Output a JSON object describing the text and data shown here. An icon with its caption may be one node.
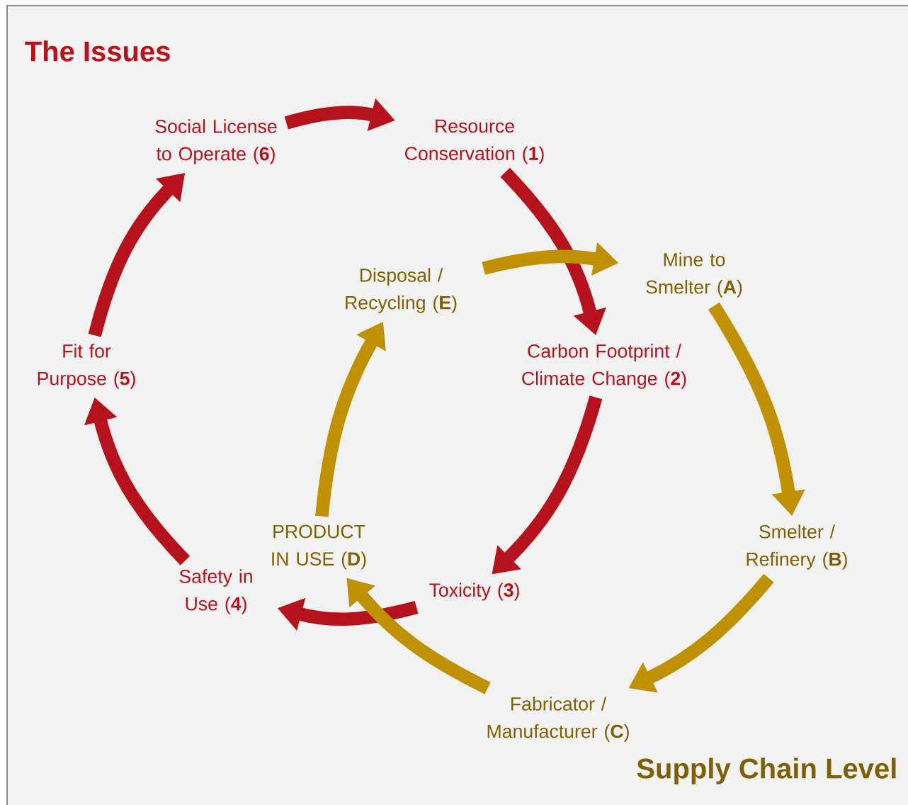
{
  "diagram": {
    "title": "The Issues",
    "nodes": [
      {
        "text": [
          "Social License to Operate (**6**)"
        ]
      },
      {
        "text": [
          "Resource Conservation (**1**)"
        ]
      },
      {
        "text": [
          "Carbon Footprint / Climate Change (**2**)"
        ]
      },
      {
        "text": [
          "Toxicity (**3**)"
        ]
      },
      {
        "text": [
          "Safety in Use (**4**)"
        ]
      },
      {
        "text": [
          "Fit for Purpose (**5**)"
        ]
      },
      {
        "text": [
          "Mine to Smelter (**A**)"
        ]
      },
      {
        "text": [
          "Smelter / Refinery (**B**)"
        ]
      },
      {
        "text": [
          "Fabricator / Manufacturer (**C**)"
        ]
      },
      {
        "text": [
          "PRODUCT IN USE (**D**)"
        ]
      },
      {
        "text": [
          "Disposal / Recycling (**E**)"
        ]
      }
    ],
    "edges": [
      {
        "from": 0,
        "to": 1,
        "arrow": "to",
        "color": "#b5121b"
      },
      {
        "from": 1,
        "to": 2,
        "arrow": "to",
        "color": "#b5121b"
      },
      {
        "from": 2,
        "to": 3,
        "arrow": "to",
        "color": "#b5121b"
      },
      {
        "from": 3,
        "to": 4,
        "arrow": "to",
        "color": "#b5121b"
      },
      {
        "from": 4,
        "to": 5,
        "arrow": "to",
        "color": "#b5121b"
      },
      {
        "from": 5,
        "to": 0,
        "arrow": "to",
        "color": "#b5121b"
      },
      {
        "from": 10,
        "to": 6,
        "arrow": "to",
        "color": "#bf9000"
      },
      {
        "from": 6,
        "to": 7,
        "arrow": "to",
        "color": "#bf9000"
      },
      {
        "from": 7,
        "to": 8,
        "arrow": "to",
        "color": "#bf9000"
      },
      {
        "from": 8,
        "to": 9,
        "arrow": "to",
        "color": "#bf9000"
      },
      {
        "from": 9,
        "to": 10,
        "arrow": "to",
        "color": "#bf9000"
      }
    ],
    "labels": [
      "Supply Chain Level"
    ]
  }
}
